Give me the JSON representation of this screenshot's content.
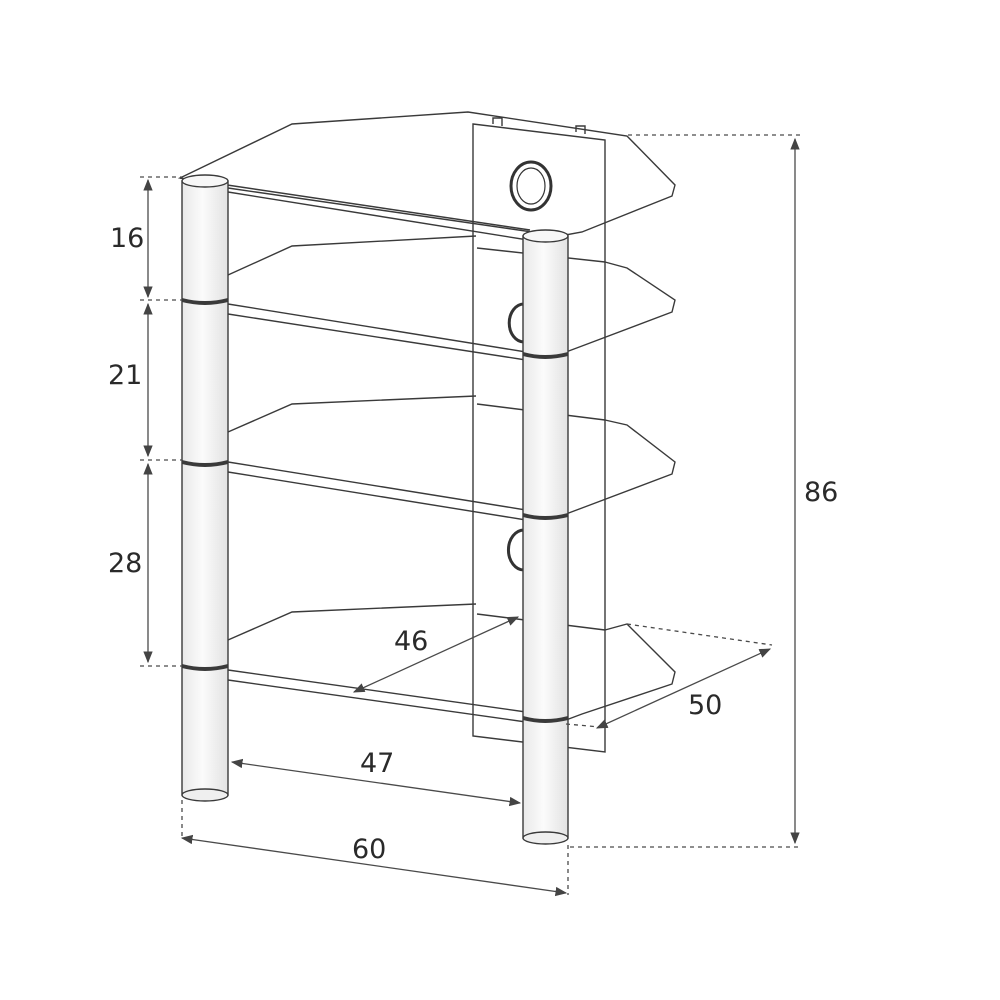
{
  "diagram": {
    "dimensions": {
      "shelf_gap_top": "16",
      "shelf_gap_middle": "21",
      "shelf_gap_bottom": "28",
      "total_height": "86",
      "shelf_depth": "46",
      "depth_overall": "50",
      "inner_width": "47",
      "overall_width": "60"
    },
    "colors": {
      "line": "#3a3a3a",
      "dim_line": "#4a4a4a",
      "pillar_fill": "#f4f4f4",
      "background": "#ffffff"
    }
  }
}
